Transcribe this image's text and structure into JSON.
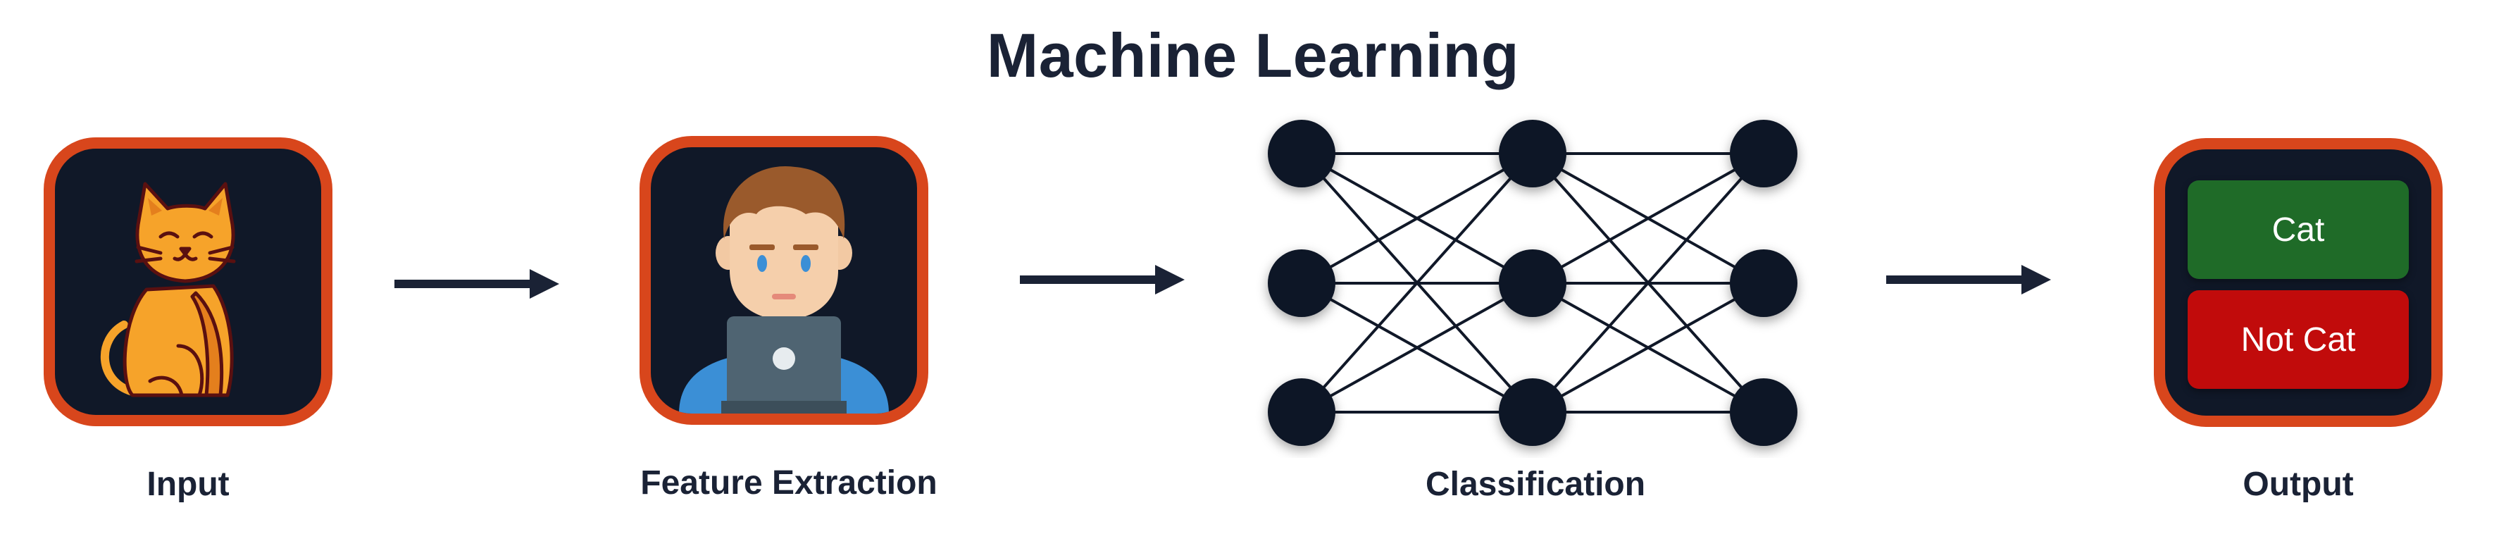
{
  "title": "Machine Learning",
  "stages": [
    {
      "label": "Input",
      "icon": "cat-icon"
    },
    {
      "label": "Feature Extraction",
      "icon": "person-laptop-icon"
    },
    {
      "label": "Classification",
      "icon": "neural-network-icon"
    },
    {
      "label": "Output",
      "icon": "output-panel-icon"
    }
  ],
  "output": {
    "cat_label": "Cat",
    "not_cat_label": "Not Cat"
  },
  "network": {
    "layers": [
      3,
      3,
      3
    ]
  },
  "colors": {
    "tile_border": "#d8461c",
    "tile_bg": "#101828",
    "text": "#1a2235",
    "cat_button": "#1f6b28",
    "not_cat_button": "#c10b0b"
  }
}
